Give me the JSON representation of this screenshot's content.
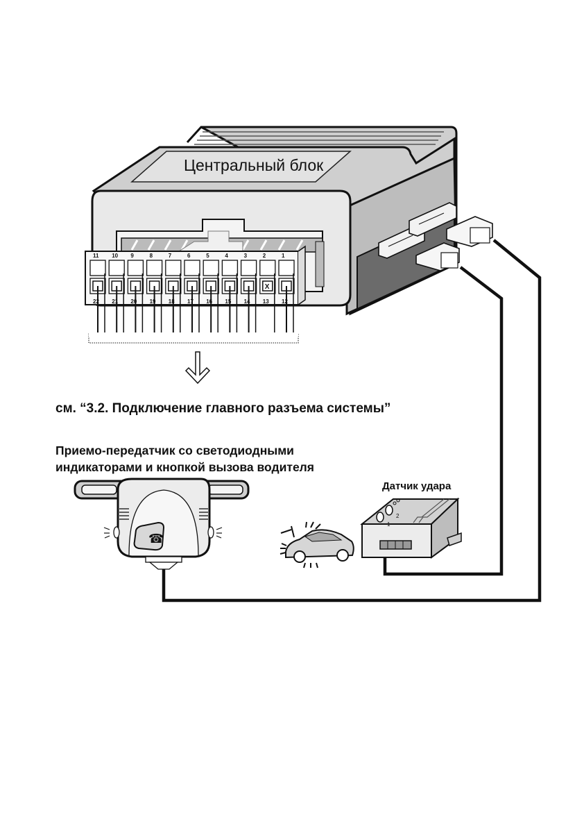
{
  "diagram": {
    "central_unit": {
      "label": "Центральный блок",
      "connector_pins_top": [
        "11",
        "10",
        "9",
        "8",
        "7",
        "6",
        "5",
        "4",
        "3",
        "2",
        "1"
      ],
      "connector_pins_bottom": [
        "22",
        "21",
        "20",
        "19",
        "18",
        "17",
        "16",
        "15",
        "14",
        "13",
        "12"
      ],
      "unused_pin_marker": "X",
      "unused_pin": "13"
    },
    "reference_caption": "см. “3.2. Подключение главного разъема системы”",
    "transceiver": {
      "caption_line1": "Приемо-передатчик со светодиодными",
      "caption_line2": "индикаторами и кнопкой вызова водителя",
      "button_icon": "phone-icon"
    },
    "shock_sensor": {
      "caption": "Датчик удара",
      "adjusters": [
        "1",
        "2"
      ]
    }
  }
}
